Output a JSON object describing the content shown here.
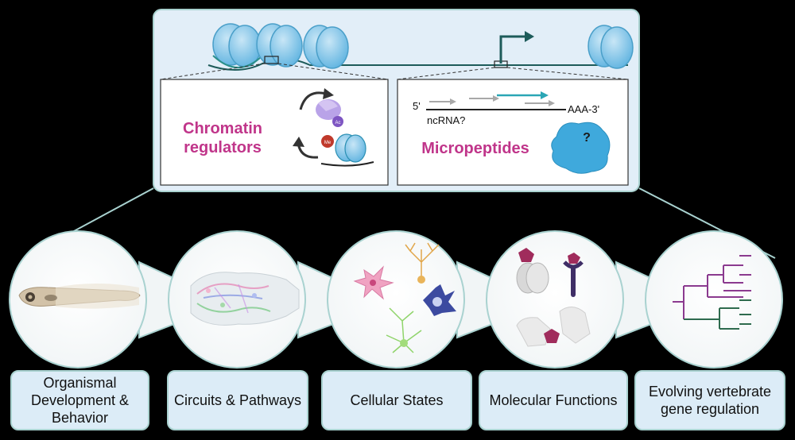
{
  "chromatin_panel": {
    "title_line1": "Chromatin",
    "title_line2": "regulators",
    "mark_ac": "Ac",
    "mark_me": "Me"
  },
  "micropeptide_panel": {
    "five_prime": "5'",
    "three_prime": "AAA-3'",
    "ncrna": "ncRNA?",
    "title": "Micropeptides",
    "question": "?"
  },
  "themes": [
    {
      "label": "Organismal\nDevelopment &\nBehavior",
      "icon": "zebrafish-larva-icon"
    },
    {
      "label": "Circuits & Pathways",
      "icon": "brain-circuit-icon"
    },
    {
      "label": "Cellular States",
      "icon": "neuron-cells-icon"
    },
    {
      "label": "Molecular Functions",
      "icon": "protein-complex-icon"
    },
    {
      "label": "Evolving vertebrate\ngene regulation",
      "icon": "phylogenetic-tree-icon"
    }
  ],
  "colors": {
    "panel_fill": "#e2eef8",
    "panel_border": "#a9d2d0",
    "accent_magenta": "#c0358a",
    "nucleosome": "#7ec3e6",
    "dna": "#2a8f8a",
    "micropeptide_blob": "#3fa9dc",
    "arrow_teal": "#2aa6b5"
  }
}
